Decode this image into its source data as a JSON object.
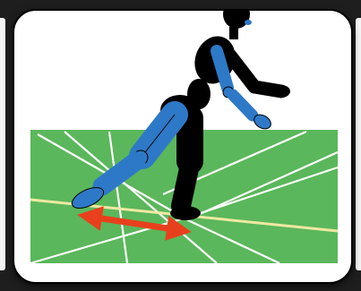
{
  "colors": {
    "page_background": "#1e1e1e",
    "card": "#ffffff",
    "field": "#5bb75b",
    "field_lines": "#ffffff",
    "yellow_line": "#efe9a2",
    "body": "#000000",
    "limb_highlight": "#2e79c7",
    "arrow": "#e8401c"
  },
  "icons": {
    "figure": "wooden-mannequin-figure",
    "arrow": "double-headed-arrow"
  },
  "arrow_direction": "left-right"
}
